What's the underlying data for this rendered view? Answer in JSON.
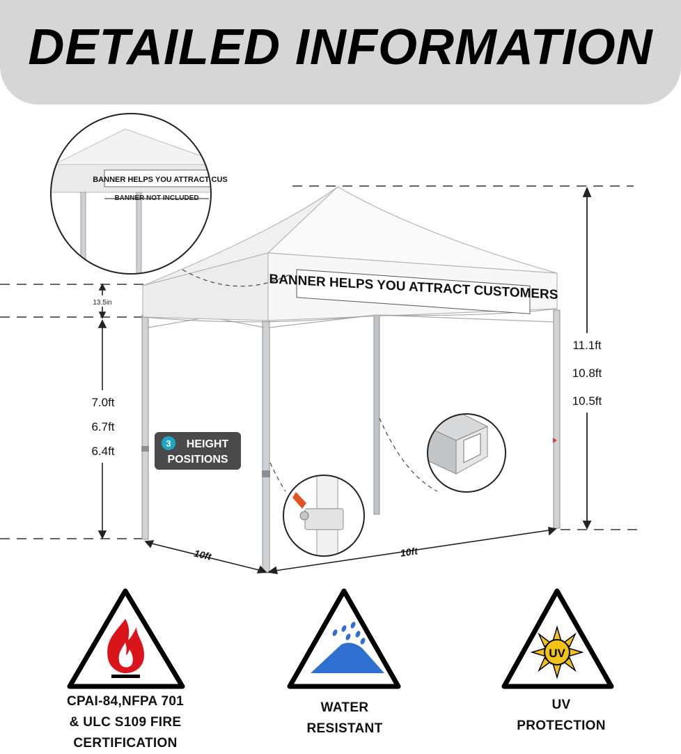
{
  "header": {
    "title": "DETAILED INFORMATION"
  },
  "banner": {
    "main_text": "BANNER HELPS YOU ATTRACT CUSTOMERS",
    "inset_text": "BANNER HELPS YOU ATTRACT CUS",
    "inset_note": "BANNER NOT INCLUDED"
  },
  "dimensions": {
    "gap": "13.5in",
    "leg_heights": [
      "7.0ft",
      "6.7ft",
      "6.4ft"
    ],
    "total_heights": [
      "11.1ft",
      "10.8ft",
      "10.5ft"
    ],
    "width_left": "10ft",
    "width_right": "10ft"
  },
  "height_badge": {
    "number": "3",
    "line1": "HEIGHT",
    "line2": "POSITIONS"
  },
  "uv_icon_text": "UV",
  "certifications": [
    {
      "label": "CPAI-84,NFPA 701\n& ULC S109 FIRE\nCERTIFICATION",
      "icon": "fire-icon"
    },
    {
      "label": "WATER\nRESISTANT",
      "icon": "water-drop-icon"
    },
    {
      "label": "UV\nPROTECTION",
      "icon": "sun-icon"
    }
  ],
  "colors": {
    "header_bg": "#d6d6d6",
    "badge_bg": "#4a4a4a",
    "badge_accent": "#1fa5c6",
    "fire": "#d9141b",
    "water": "#2f6fcf",
    "sun": "#f2c316"
  }
}
